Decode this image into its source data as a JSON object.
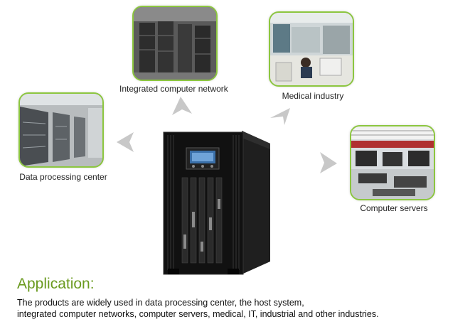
{
  "applications": [
    {
      "label": "Integrated computer network"
    },
    {
      "label": "Medical industry"
    },
    {
      "label": "Data processing center"
    },
    {
      "label": "Computer servers"
    }
  ],
  "section_title": "Application:",
  "description": {
    "line1": "The products are widely used in data processing center, the host system,",
    "line2": "integrated computer networks, computer servers, medical, IT, industrial and other industries."
  },
  "colors": {
    "accent": "#8cc63f",
    "title": "#6a9a1f",
    "arrow": "#c8c8c8"
  }
}
